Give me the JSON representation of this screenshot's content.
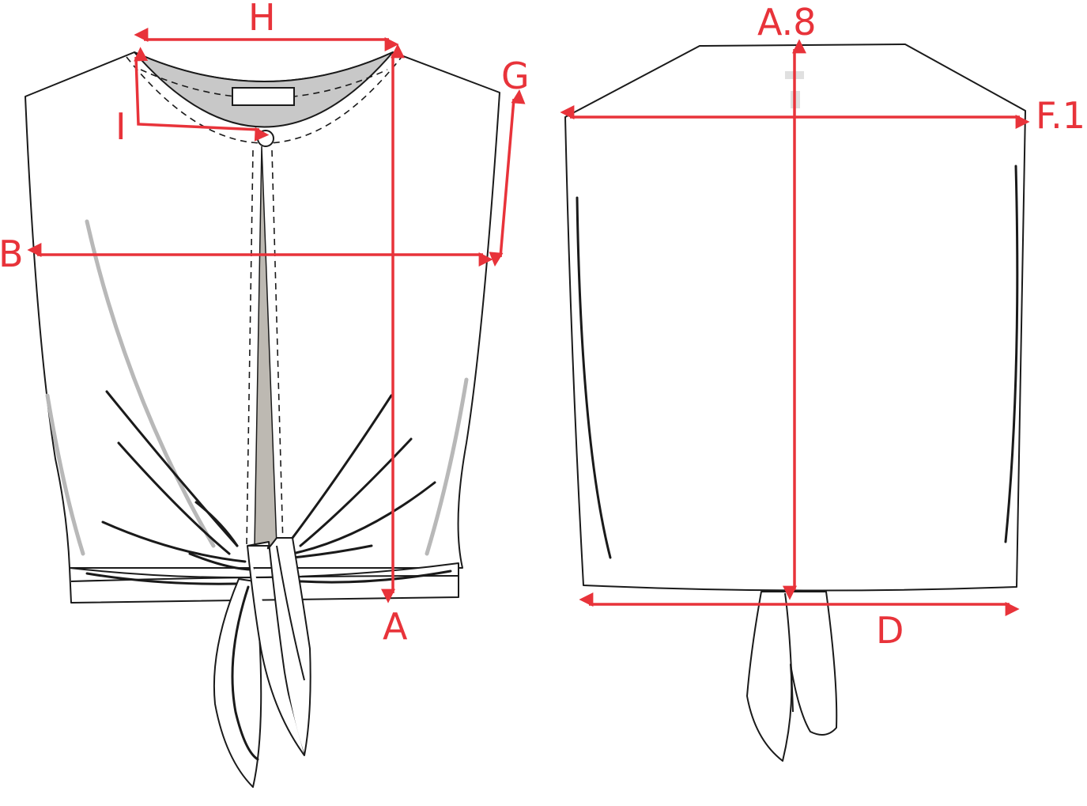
{
  "colors": {
    "measure": "#e8333a",
    "outline": "#1a1a1a",
    "fill_grey": "#c8c8c8",
    "placket_grey": "#bdb9b2"
  },
  "views": {
    "front": "front-view",
    "back": "back-view"
  },
  "labels": {
    "H": "H",
    "G": "G",
    "I": "I",
    "B": "B",
    "A": "A",
    "A8": "A.8",
    "F1": "F.1",
    "D": "D"
  }
}
